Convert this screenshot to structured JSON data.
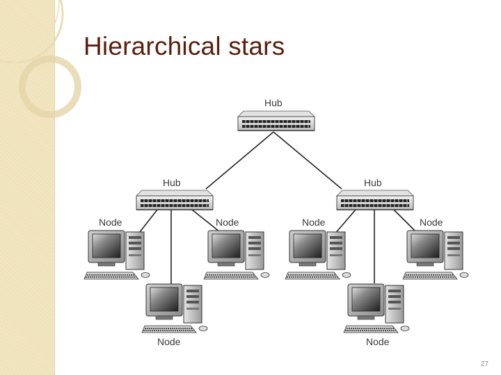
{
  "slide": {
    "title": "Hierarchical stars",
    "page_number": "27"
  },
  "diagram": {
    "hub_label": "Hub",
    "node_label": "Node",
    "hubs": [
      {
        "id": "hub-top",
        "label": "Hub"
      },
      {
        "id": "hub-left",
        "label": "Hub"
      },
      {
        "id": "hub-right",
        "label": "Hub"
      }
    ],
    "nodes": [
      {
        "id": "node-left-outer",
        "label": "Node",
        "parent": "hub-left"
      },
      {
        "id": "node-left-inner",
        "label": "Node",
        "parent": "hub-left"
      },
      {
        "id": "node-left-bottom",
        "label": "Node",
        "parent": "hub-left"
      },
      {
        "id": "node-right-inner",
        "label": "Node",
        "parent": "hub-right"
      },
      {
        "id": "node-right-outer",
        "label": "Node",
        "parent": "hub-right"
      },
      {
        "id": "node-right-bottom",
        "label": "Node",
        "parent": "hub-right"
      }
    ]
  },
  "colors": {
    "title": "#5a1f0e",
    "band": "#f3e7c4",
    "decor_ring": "#e9dcb6"
  }
}
